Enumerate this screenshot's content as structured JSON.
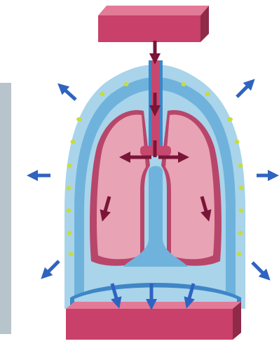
{
  "diagram": {
    "subject": "lungs-in-thoracic-cavity",
    "colors": {
      "bar_top": "#c9406a",
      "bar_side": "#8f2a48",
      "bar_light": "#e37a98",
      "chest_outer": "#a9d4ea",
      "chest_inner": "#6fb3dc",
      "chest_deep": "#3f86c6",
      "lung_fill": "#e8a3b5",
      "lung_dark": "#b8466a",
      "trachea": "#c7486f",
      "arrow_blue": "#2f63c0",
      "arrow_maroon": "#7a1538",
      "dots": "#c8dc3a",
      "left_panel": "#b8c4cc",
      "background": "#ffffff"
    },
    "arrows": [
      {
        "id": "down-into-trachea",
        "kind": "inflow"
      },
      {
        "id": "split-left",
        "kind": "inflow"
      },
      {
        "id": "split-right",
        "kind": "inflow"
      },
      {
        "id": "lung-left-down",
        "kind": "inflow"
      },
      {
        "id": "lung-right-down",
        "kind": "inflow"
      },
      {
        "id": "out-upper-left",
        "kind": "outward"
      },
      {
        "id": "out-upper-right",
        "kind": "outward"
      },
      {
        "id": "out-left",
        "kind": "outward"
      },
      {
        "id": "out-right",
        "kind": "outward"
      },
      {
        "id": "out-lower-left",
        "kind": "outward"
      },
      {
        "id": "out-lower-right",
        "kind": "outward"
      },
      {
        "id": "down-1",
        "kind": "outward"
      },
      {
        "id": "down-2",
        "kind": "outward"
      },
      {
        "id": "down-3",
        "kind": "outward"
      }
    ]
  }
}
